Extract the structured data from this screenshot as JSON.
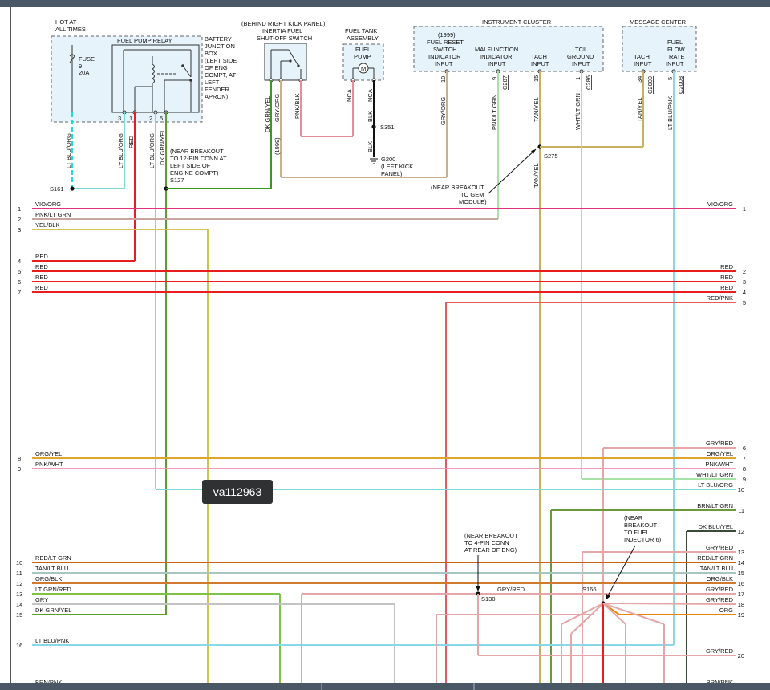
{
  "diagram_id": "va112963",
  "labels": {
    "hot": "HOT AT",
    "hot2": "ALL TIMES",
    "relay": "FUEL PUMP RELAY",
    "fuse": "FUSE",
    "fuse_no": "9",
    "fuse_amp": "20A",
    "jbox": [
      "BATTERY",
      "JUNCTION",
      "BOX",
      "(LEFT SIDE",
      "OF ENG",
      "COMPT, AT",
      "LEFT",
      "FENDER",
      "APRON)"
    ],
    "kick": "(BEHIND RIGHT KICK PANEL)",
    "inertia1": "INERTIA FUEL",
    "inertia2": "SHUT-OFF SWITCH",
    "tank1": "FUEL TANK",
    "tank2": "ASSEMBLY",
    "pump1": "FUEL",
    "pump2": "PUMP",
    "motor": "M",
    "cluster": "INSTRUMENT CLUSTER",
    "msgcenter": "MESSAGE CENTER",
    "c_1999": "(1999)",
    "c_fuelreset": [
      "FUEL RESET",
      "SWITCH",
      "INDICATOR",
      "INPUT"
    ],
    "c_malf": [
      "MALFUNCTION",
      "INDICATOR",
      "INPUT"
    ],
    "c_tach": [
      "TACH",
      "INPUT"
    ],
    "c_tcil": [
      "TCIL",
      "GROUND",
      "INPUT"
    ],
    "m_tach": [
      "TACH",
      "INPUT"
    ],
    "m_flow": [
      "FUEL",
      "FLOW",
      "RATE",
      "INPUT"
    ],
    "s161": "S161",
    "s127": "S127",
    "s127_note": [
      "(NEAR BREAKOUT",
      "TO 12-PIN CONN AT",
      "LEFT SIDE OF",
      "ENGINE COMPT)"
    ],
    "s351": "S351",
    "g200": "G200",
    "g200_note": [
      "(LEFT KICK",
      "PANEL)"
    ],
    "s275": "S275",
    "gem_note": [
      "(NEAR BREAKOUT",
      "TO GEM",
      "MODULE)"
    ],
    "s130": "S130",
    "s130_note": [
      "(NEAR BREAKOUT",
      "TO 4-PIN CONN",
      "AT REAR OF ENG)"
    ],
    "s166": "S166",
    "s166_note": [
      "(NEAR",
      "BREAKOUT",
      "TO FUEL",
      "INJECTOR 6)"
    ],
    "y1999": "(1999)",
    "nca": "NCA"
  },
  "vwires": {
    "ltbluorg": "LT BLU/ORG",
    "ltbluorg2": "LT BLU/ORG",
    "ltbluorg3": "LT BLU/ORG",
    "red": "RED",
    "dkgrnyel": "DK GRN/YEL",
    "dkgrnyel2": "DK GRN/YEL",
    "grygrnorg": "GRY/ORG",
    "pnkblk": "PNK/BLK",
    "blk": "BLK",
    "blk2": "BLK",
    "gryorg2": "GRY/ORG",
    "pnkltgrn": "PNK/LT GRN",
    "tanyel": "TAN/YEL",
    "tanyel2": "TAN/YEL",
    "whtltgrn": "WHT/LT GRN",
    "tanyel3": "TAN/YEL",
    "ltblupnk": "LT BLU/PNK"
  },
  "pins": {
    "p3": "3",
    "p1": "1",
    "p2": "2",
    "p5": "5",
    "p10": "10",
    "p9": "9",
    "p15": "15",
    "p1b": "1",
    "p34": "34",
    "p5b": "5",
    "c287": "C287",
    "c286": "C286",
    "c2009": "C2009",
    "c2008": "C2008"
  },
  "left_rows": [
    {
      "n": "1",
      "label": "VIO/ORG"
    },
    {
      "n": "2",
      "label": "PNK/LT GRN"
    },
    {
      "n": "3",
      "label": "YEL/BLK"
    },
    {
      "n": "4",
      "label": "RED"
    },
    {
      "n": "5",
      "label": "RED"
    },
    {
      "n": "6",
      "label": "RED"
    },
    {
      "n": "7",
      "label": "RED"
    },
    {
      "n": "8",
      "label": "ORG/YEL"
    },
    {
      "n": "9",
      "label": "PNK/WHT"
    },
    {
      "n": "10",
      "label": "RED/LT GRN"
    },
    {
      "n": "11",
      "label": "TAN/LT BLU"
    },
    {
      "n": "12",
      "label": "ORG/BLK"
    },
    {
      "n": "13",
      "label": "LT GRN/RED"
    },
    {
      "n": "14",
      "label": "GRY"
    },
    {
      "n": "15",
      "label": "DK GRN/YEL"
    },
    {
      "n": "16",
      "label": "LT BLU/PNK"
    },
    {
      "n": "",
      "label": "BRN/PNK"
    }
  ],
  "right_rows": [
    {
      "n": "1",
      "label": "VIO/ORG"
    },
    {
      "n": "2",
      "label": "RED"
    },
    {
      "n": "3",
      "label": "RED"
    },
    {
      "n": "4",
      "label": "RED"
    },
    {
      "n": "5",
      "label": "RED/PNK"
    },
    {
      "n": "6",
      "label": "GRY/RED"
    },
    {
      "n": "7",
      "label": "ORG/YEL"
    },
    {
      "n": "8",
      "label": "PNK/WHT"
    },
    {
      "n": "9",
      "label": "WHT/LT GRN"
    },
    {
      "n": "10",
      "label": "LT BLU/ORG"
    },
    {
      "n": "11",
      "label": "BRN/LT GRN"
    },
    {
      "n": "12",
      "label": "DK BLU/YEL"
    },
    {
      "n": "13",
      "label": "GRY/RED"
    },
    {
      "n": "14",
      "label": "RED/LT GRN"
    },
    {
      "n": "15",
      "label": "TAN/LT BLU"
    },
    {
      "n": "16",
      "label": "ORG/BLK"
    },
    {
      "n": "17",
      "label": "GRY/RED"
    },
    {
      "n": "18",
      "label": "GRY/RED"
    },
    {
      "n": "19",
      "label": "ORG"
    },
    {
      "n": "20",
      "label": "GRY/RED"
    },
    {
      "n": "",
      "label": "BRN/PNK"
    }
  ],
  "mid_labels": {
    "gryred_s130": "GRY/RED"
  },
  "colors": {
    "vio_org": "#e0337f",
    "pnk_ltgrn": "#c8a6a0",
    "yel_blk": "#d2c25a",
    "red": "#e61e1e",
    "red_pnk": "#e8595a",
    "gry_red": "#e4a6a6",
    "org_yel": "#e0a52a",
    "pnk_wht": "#f09ab6",
    "wht_ltgrn": "#a6e3a6",
    "lt_blu_org": "#7fd8d8",
    "brn_ltgrn": "#6a9a3a",
    "dk_blu_yel": "#3a4a3a",
    "red_ltgrn": "#c8641a",
    "tan_ltblu": "#a8c6c0",
    "org_blk": "#d07a30",
    "lt_grn_red": "#7ec24a",
    "gry": "#c4c4c4",
    "dk_grn_yel": "#58a02a",
    "lt_blu_pnk": "#88d8e8",
    "org": "#e8850a",
    "tan_yel": "#c8b060",
    "gry_org": "#c8b090",
    "pnk_blk": "#e0909a",
    "blk": "#111111",
    "dk_grn_yel_v": "#3a9a20",
    "box_fill": "#e6f3fb"
  }
}
